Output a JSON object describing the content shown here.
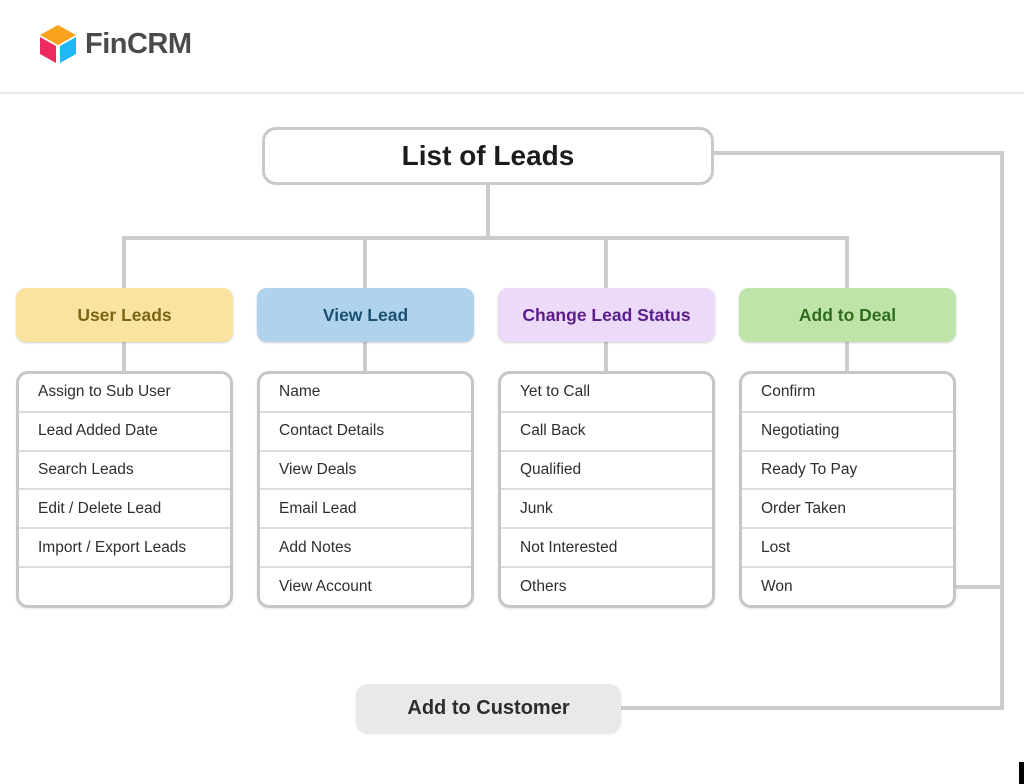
{
  "brand": {
    "name": "FinCRM"
  },
  "root_node": {
    "label": "List of Leads"
  },
  "columns": [
    {
      "id": "user-leads",
      "title": "User Leads",
      "bg": "#FAE3A1",
      "fg": "#7A6613",
      "items": [
        "Assign to Sub User",
        "Lead Added Date",
        "Search Leads",
        "Edit / Delete Lead",
        "Import / Export Leads",
        ""
      ]
    },
    {
      "id": "view-lead",
      "title": "View Lead",
      "bg": "#AFD3EC",
      "fg": "#1B5072",
      "items": [
        "Name",
        "Contact Details",
        "View Deals",
        "Email Lead",
        "Add Notes",
        "View Account"
      ]
    },
    {
      "id": "change-lead-status",
      "title": "Change Lead Status",
      "bg": "#ECDAF8",
      "fg": "#5A1E8A",
      "items": [
        "Yet to Call",
        "Call Back",
        "Qualified",
        "Junk",
        "Not Interested",
        "Others"
      ]
    },
    {
      "id": "add-to-deal",
      "title": "Add to Deal",
      "bg": "#BFE4A9",
      "fg": "#2F6C1D",
      "items": [
        "Confirm",
        "Negotiating",
        "Ready To Pay",
        "Order Taken",
        "Lost",
        "Won"
      ]
    }
  ],
  "bottom_node": {
    "label": "Add to Customer"
  },
  "colors": {
    "connector": "#cccccc",
    "node_border": "#c6c6c6",
    "divider": "#dcdcdc",
    "logo_top": "#F9A21D",
    "logo_left": "#ED2C5E",
    "logo_right": "#1FB7F4",
    "bottom_node_bg": "#e9e9e9"
  }
}
